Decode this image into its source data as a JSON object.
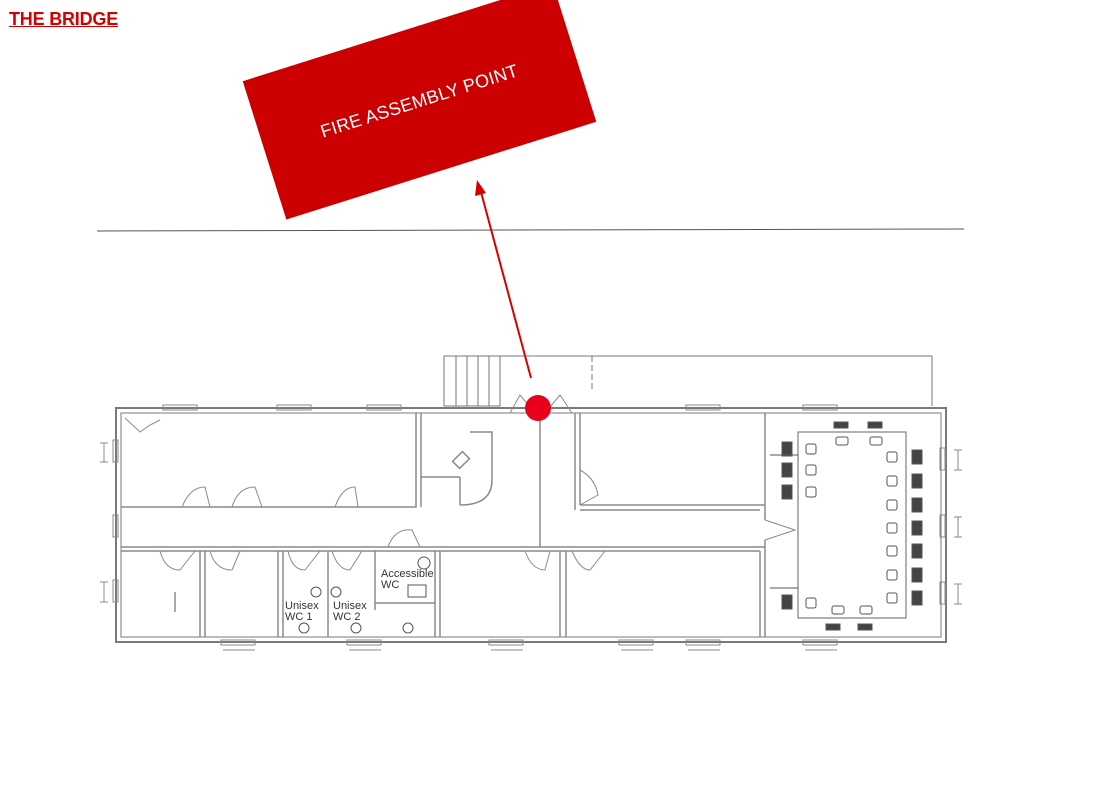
{
  "header": {
    "title": "THE BRIDGE"
  },
  "sign": {
    "text": "FIRE ASSEMBLY POINT"
  },
  "rooms": {
    "accessible_wc": [
      "Accessible",
      "WC"
    ],
    "unisex_wc_1": [
      "Unisex",
      "WC 1"
    ],
    "unisex_wc_2": [
      "Unisex",
      "WC 2"
    ]
  },
  "colors": {
    "accent": "#d40000",
    "sign_fill": "#cc0000",
    "marker": "#e8001c",
    "plan_line": "#7a7a7a"
  }
}
